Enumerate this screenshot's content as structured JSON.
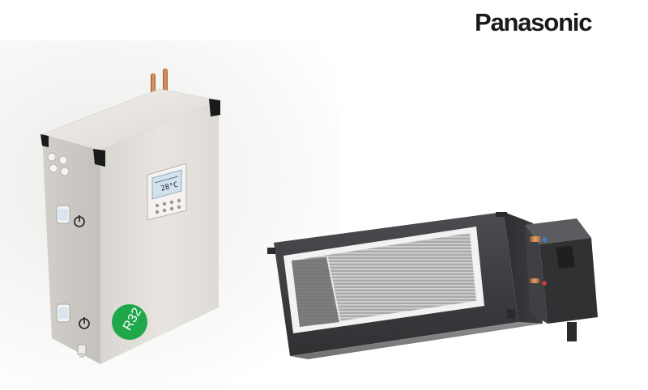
{
  "brand": {
    "logo_text": "Panasonic"
  },
  "products": [
    {
      "name": "indoor-hydro-unit",
      "badge_label": "R32",
      "display_reading": "28°C",
      "colors": {
        "casing": "#e7e4df",
        "badge": "#1fa74a"
      }
    },
    {
      "name": "ducted-indoor-unit",
      "colors": {
        "casing": "#3a3c3e",
        "coil": "#b5b5b3"
      }
    }
  ]
}
